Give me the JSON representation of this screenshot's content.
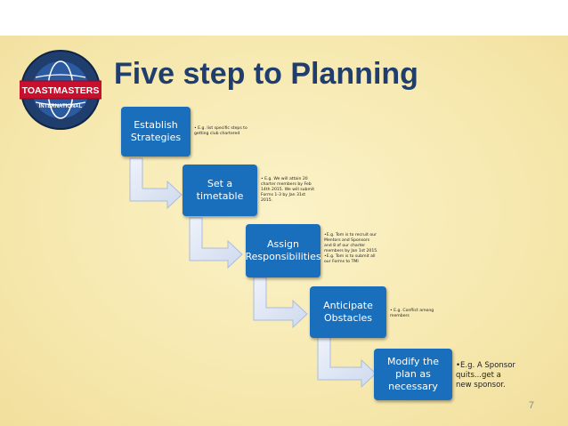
{
  "slide": {
    "title": "Five step to Planning",
    "page_number": "7"
  },
  "logo": {
    "icon": "toastmasters-globe-logo",
    "text_top": "TOASTMASTERS",
    "text_bottom": "INTERNATIONAL"
  },
  "steps": [
    {
      "label": "Establish Strategies",
      "note": [
        "• E.g. list specific steps to",
        "getting club chartered"
      ]
    },
    {
      "label": "Set a timetable",
      "note": [
        "• E.g. We will attain 20",
        "charter members by Feb",
        "14th 2015. We will submit",
        "Forms 1-3 by Jan 31st",
        "2015."
      ]
    },
    {
      "label": "Assign Responsibilities",
      "note": [
        "•E.g. Tom is to recruit our",
        "Mentors and Sponsors",
        "and 8 of our charter",
        "members by Jan 1st 2015.",
        "•E.g. Tom is to submit all",
        "our Forms to TMI"
      ]
    },
    {
      "label": "Anticipate Obstacles",
      "note": [
        "• E.g. Conflict among",
        "members"
      ]
    },
    {
      "label": "Modify the plan as necessary",
      "note": [
        "•E.g. A Sponsor",
        "quits...get a",
        "new sponsor."
      ]
    }
  ],
  "colors": {
    "title": "#1f3e6e",
    "box": "#1a6fbd",
    "arrow_fill": "#dfe6f3",
    "arrow_stroke": "#a9bcdc"
  }
}
